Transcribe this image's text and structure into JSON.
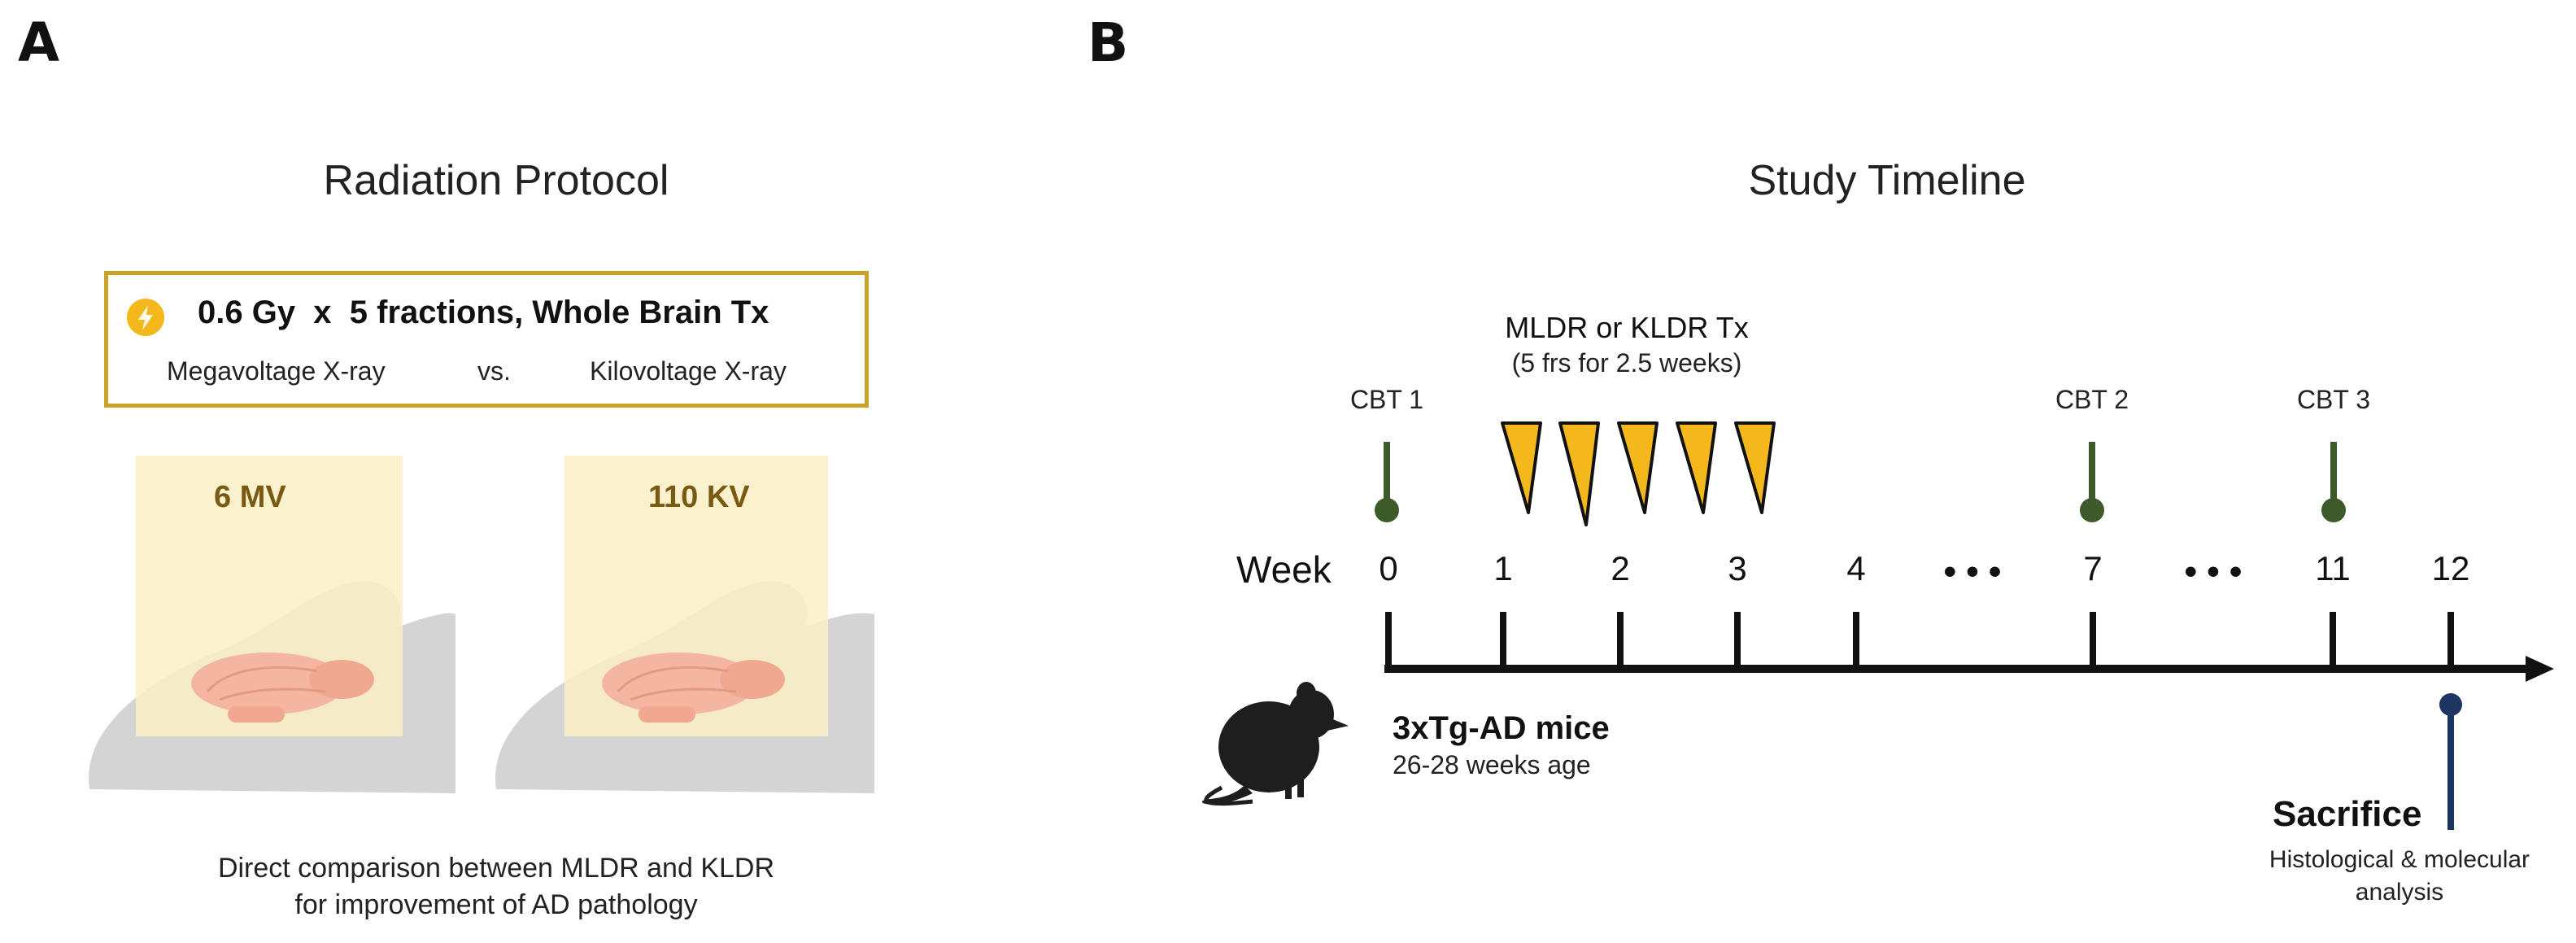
{
  "panel_a": {
    "letter": "A",
    "title": "Radiation Protocol",
    "protocol": {
      "dose_line": "0.6 Gy  x  5 fractions, Whole Brain Tx",
      "left_label": "Megavoltage X-ray",
      "vs_label": "vs.",
      "right_label": "Kilovoltage X-ray"
    },
    "beam_left": "6 MV",
    "beam_right": "110 KV",
    "caption_line1": "Direct comparison between MLDR and  KLDR",
    "caption_line2": "for improvement of AD pathology"
  },
  "panel_b": {
    "letter": "B",
    "title": "Study Timeline",
    "tx_label_line1": "MLDR or KLDR Tx",
    "tx_label_line2": "(5 frs for 2.5 weeks)",
    "cbt": [
      "CBT 1",
      "CBT 2",
      "CBT 3"
    ],
    "week_label": "Week",
    "weeks": [
      "0",
      "1",
      "2",
      "3",
      "4",
      "7",
      "11",
      "12"
    ],
    "ellipsis": "• • •",
    "mice_label": "3xTg-AD mice",
    "mice_age": "26-28 weeks age",
    "sacrifice_label": "Sacrifice",
    "analysis_line1": "Histological & molecular",
    "analysis_line2": "analysis"
  },
  "colors": {
    "gold": "#c9a227",
    "wedge_fill": "#f5b81c",
    "beam_fill": "#fbeec4",
    "beam_text": "#7a5a12",
    "cbt_green": "#3d5a2a",
    "sacrifice_blue": "#1f3561",
    "mouse_gray": "#d4d4d4",
    "brain": "#f4b6a0"
  }
}
